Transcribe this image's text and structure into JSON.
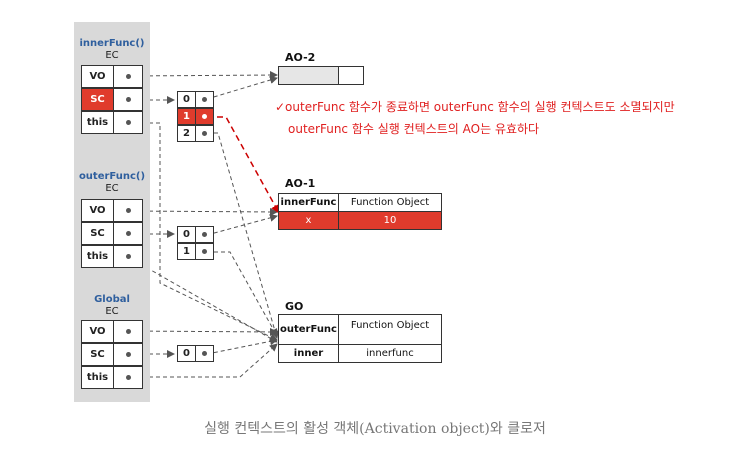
{
  "stacks": [
    {
      "title": "innerFunc()",
      "ec": "EC",
      "rows": [
        "VO",
        "SC",
        "this"
      ]
    },
    {
      "title": "outerFunc()",
      "ec": "EC",
      "rows": [
        "VO",
        "SC",
        "this"
      ]
    },
    {
      "title": "Global",
      "ec": "EC",
      "rows": [
        "VO",
        "SC",
        "this"
      ]
    }
  ],
  "scope_chains": {
    "inner": [
      "0",
      "1",
      "2"
    ],
    "outer": [
      "0",
      "1"
    ],
    "global": [
      "0"
    ]
  },
  "ao2": {
    "title": "AO-2"
  },
  "ao1": {
    "title": "AO-1",
    "rows": [
      {
        "key": "innerFunc",
        "value": "Function Object"
      },
      {
        "key": "x",
        "value": "10"
      }
    ]
  },
  "go": {
    "title": "GO",
    "rows": [
      {
        "key": "outerFunc",
        "value": "Function Object"
      },
      {
        "key": "inner",
        "value": "innerfunc"
      }
    ]
  },
  "note": {
    "line1": "✓outerFunc 함수가 종료하면 outerFunc 함수의 실행 컨텍스트도 소멸되지만",
    "line2": "outerFunc  함수 실행 컨텍스트의 AO는 유효하다"
  },
  "caption": "실행 컨텍스트의 활성 객체(Activation object)와 클로저",
  "colors": {
    "highlight": "#e03b2c",
    "stack_bg": "#d9d9d9",
    "title_blue": "#2f5f9e",
    "note_red": "#e02020"
  }
}
